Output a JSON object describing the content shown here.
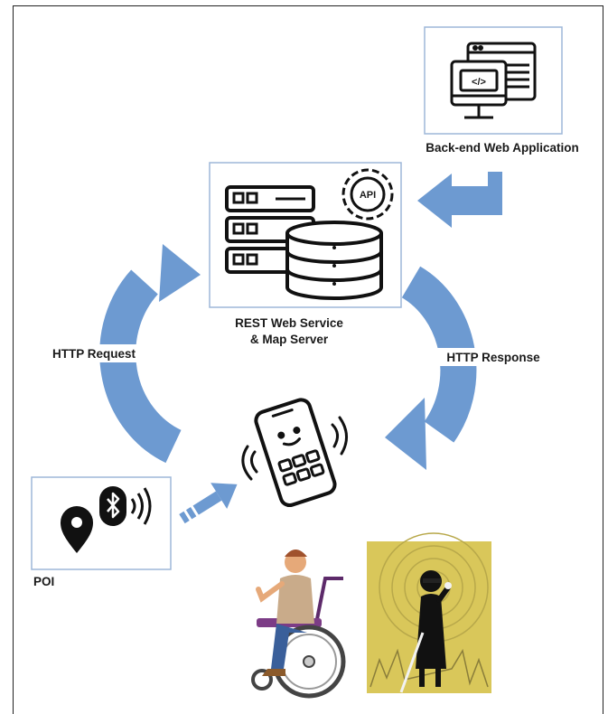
{
  "labels": {
    "backend": "Back-end Web Application",
    "server_line1": "REST Web Service",
    "server_line2": "& Map Server",
    "http_request": "HTTP Request",
    "http_response": "HTTP Response",
    "poi": "POI",
    "api": "API",
    "code": "</>"
  },
  "colors": {
    "arrow": "#6d9ad1",
    "box_border": "#9db7d9",
    "icon_stroke": "#111111",
    "poster_bg": "#d9c75a"
  },
  "icons": [
    "monitor-code-icon",
    "server-database-icon",
    "api-gear-icon",
    "smartphone-icon",
    "location-pin-icon",
    "bluetooth-icon",
    "wheelchair-user-illustration",
    "blind-person-illustration"
  ]
}
